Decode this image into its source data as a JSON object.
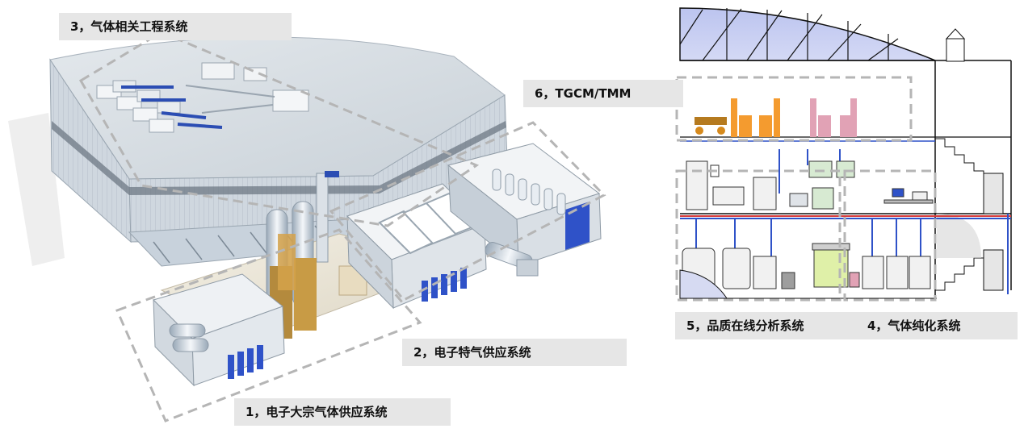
{
  "labels": {
    "gas_engineering": "3，气体相关工程系统",
    "tgcm": "6，TGCM/TMM",
    "specialty_gas": "2，电子特气供应系统",
    "bulk_gas": "1，电子大宗气体供应系统",
    "quality_analysis": "5，品质在线分析系统",
    "gas_purification": "4，气体纯化系统"
  },
  "colors": {
    "label_bg": "#e6e6e6",
    "dashed_box": "#b5b5b5",
    "roof_glass": "#c5cbee",
    "accent_blue": "#2f52c8",
    "accent_orange": "#f49b2f",
    "accent_pink": "#e1a2b5"
  }
}
